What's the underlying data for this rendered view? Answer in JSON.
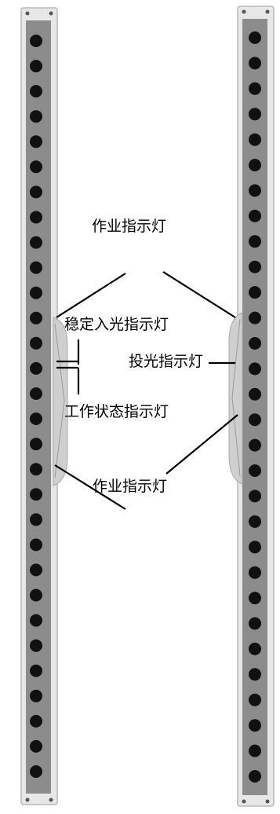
{
  "labels": {
    "top_indicator": "作业指示灯",
    "stable_light": "稳定入光指示灯",
    "emit_light": "投光指示灯",
    "work_status": "工作状态指示灯",
    "bottom_indicator": "作业指示灯"
  },
  "colors": {
    "housing": "#e7e7e7",
    "housing_edge": "#b8b8b8",
    "lens_strip": "#8c8c8c",
    "led": "#111111",
    "bracket": "#cfcfcf",
    "leader_line": "#000000"
  },
  "receiver_bar": {
    "led_count": 30
  },
  "emitter_bar": {
    "led_count": 30
  }
}
